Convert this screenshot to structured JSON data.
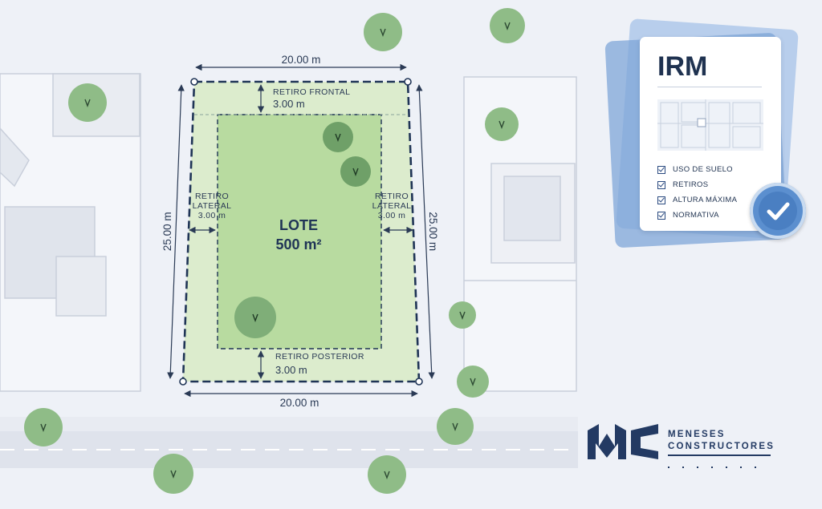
{
  "plan": {
    "top_width": "20.00 m",
    "bottom_width": "20.00 m",
    "left_depth": "25.00 m",
    "right_depth": "25.00 m",
    "front_setback_label": "RETIRO FRONTAL",
    "front_setback_value": "3.00 m",
    "rear_setback_label": "RETIRO POSTERIOR",
    "rear_setback_value": "3.00 m",
    "left_setback_label_1": "RETIRO",
    "left_setback_label_2": "LATERAL",
    "left_setback_value": "3.00 m",
    "right_setback_label_1": "RETIRO",
    "right_setback_label_2": "LATERAL",
    "right_setback_value": "3.00 m",
    "lot_title": "LOTE",
    "lot_area": "500 m²"
  },
  "irm_card": {
    "title": "IRM",
    "checklist": [
      "USO DE SUELO",
      "RETIROS",
      "ALTURA MÁXIMA",
      "NORMATIVA"
    ]
  },
  "brand": {
    "line1": "MENESES",
    "line2": "CONSTRUCTORES"
  },
  "icons": {
    "check_badge": "check-circle-icon",
    "checkbox": "checkbox-checked-icon",
    "tree": "tree-icon",
    "logo": "mc-monogram-icon"
  },
  "colors": {
    "background": "#eef1f7",
    "lot_fill": "#dceccd",
    "buildable_fill": "#b8dba0",
    "boundary": "#1f3456",
    "tree": "#8fbc87",
    "road": "#dfe3ec",
    "brand": "#233a63",
    "badge": "#5b8fcf"
  }
}
